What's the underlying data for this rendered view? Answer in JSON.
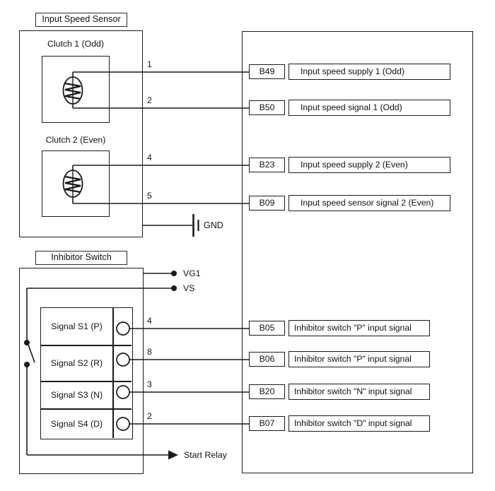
{
  "colors": {
    "line": "#1a1a1a",
    "background": "#ffffff"
  },
  "speed_sensor": {
    "title": "Input Speed Sensor",
    "clutch1_label": "Clutch 1 (Odd)",
    "clutch2_label": "Clutch 2 (Even)",
    "ground_label": "GND",
    "pins": [
      {
        "wire": "1",
        "pin": "B49",
        "label": "Input speed supply 1 (Odd)"
      },
      {
        "wire": "2",
        "pin": "B50",
        "label": "Input speed signal 1 (Odd)"
      },
      {
        "wire": "4",
        "pin": "B23",
        "label": "Input speed supply 2 (Even)"
      },
      {
        "wire": "5",
        "pin": "B09",
        "label": "Input speed sensor signal 2 (Even)"
      }
    ]
  },
  "inhibitor_switch": {
    "title": "Inhibitor Switch",
    "vg1_label": "VG1",
    "vs_label": "VS",
    "start_relay_label": "Start Relay",
    "signals": [
      "Signal S1 (P)",
      "Signal S2 (R)",
      "Signal S3 (N)",
      "Signal S4 (D)"
    ],
    "pins": [
      {
        "wire": "4",
        "pin": "B05",
        "label": "Inhibitor switch \"P\" input signal"
      },
      {
        "wire": "8",
        "pin": "B06",
        "label": "Inhibitor switch \"P\" input signal"
      },
      {
        "wire": "3",
        "pin": "B20",
        "label": "Inhibitor switch \"N\" input signal"
      },
      {
        "wire": "2",
        "pin": "B07",
        "label": "Inhibitor switch \"D\" input signal"
      }
    ]
  }
}
